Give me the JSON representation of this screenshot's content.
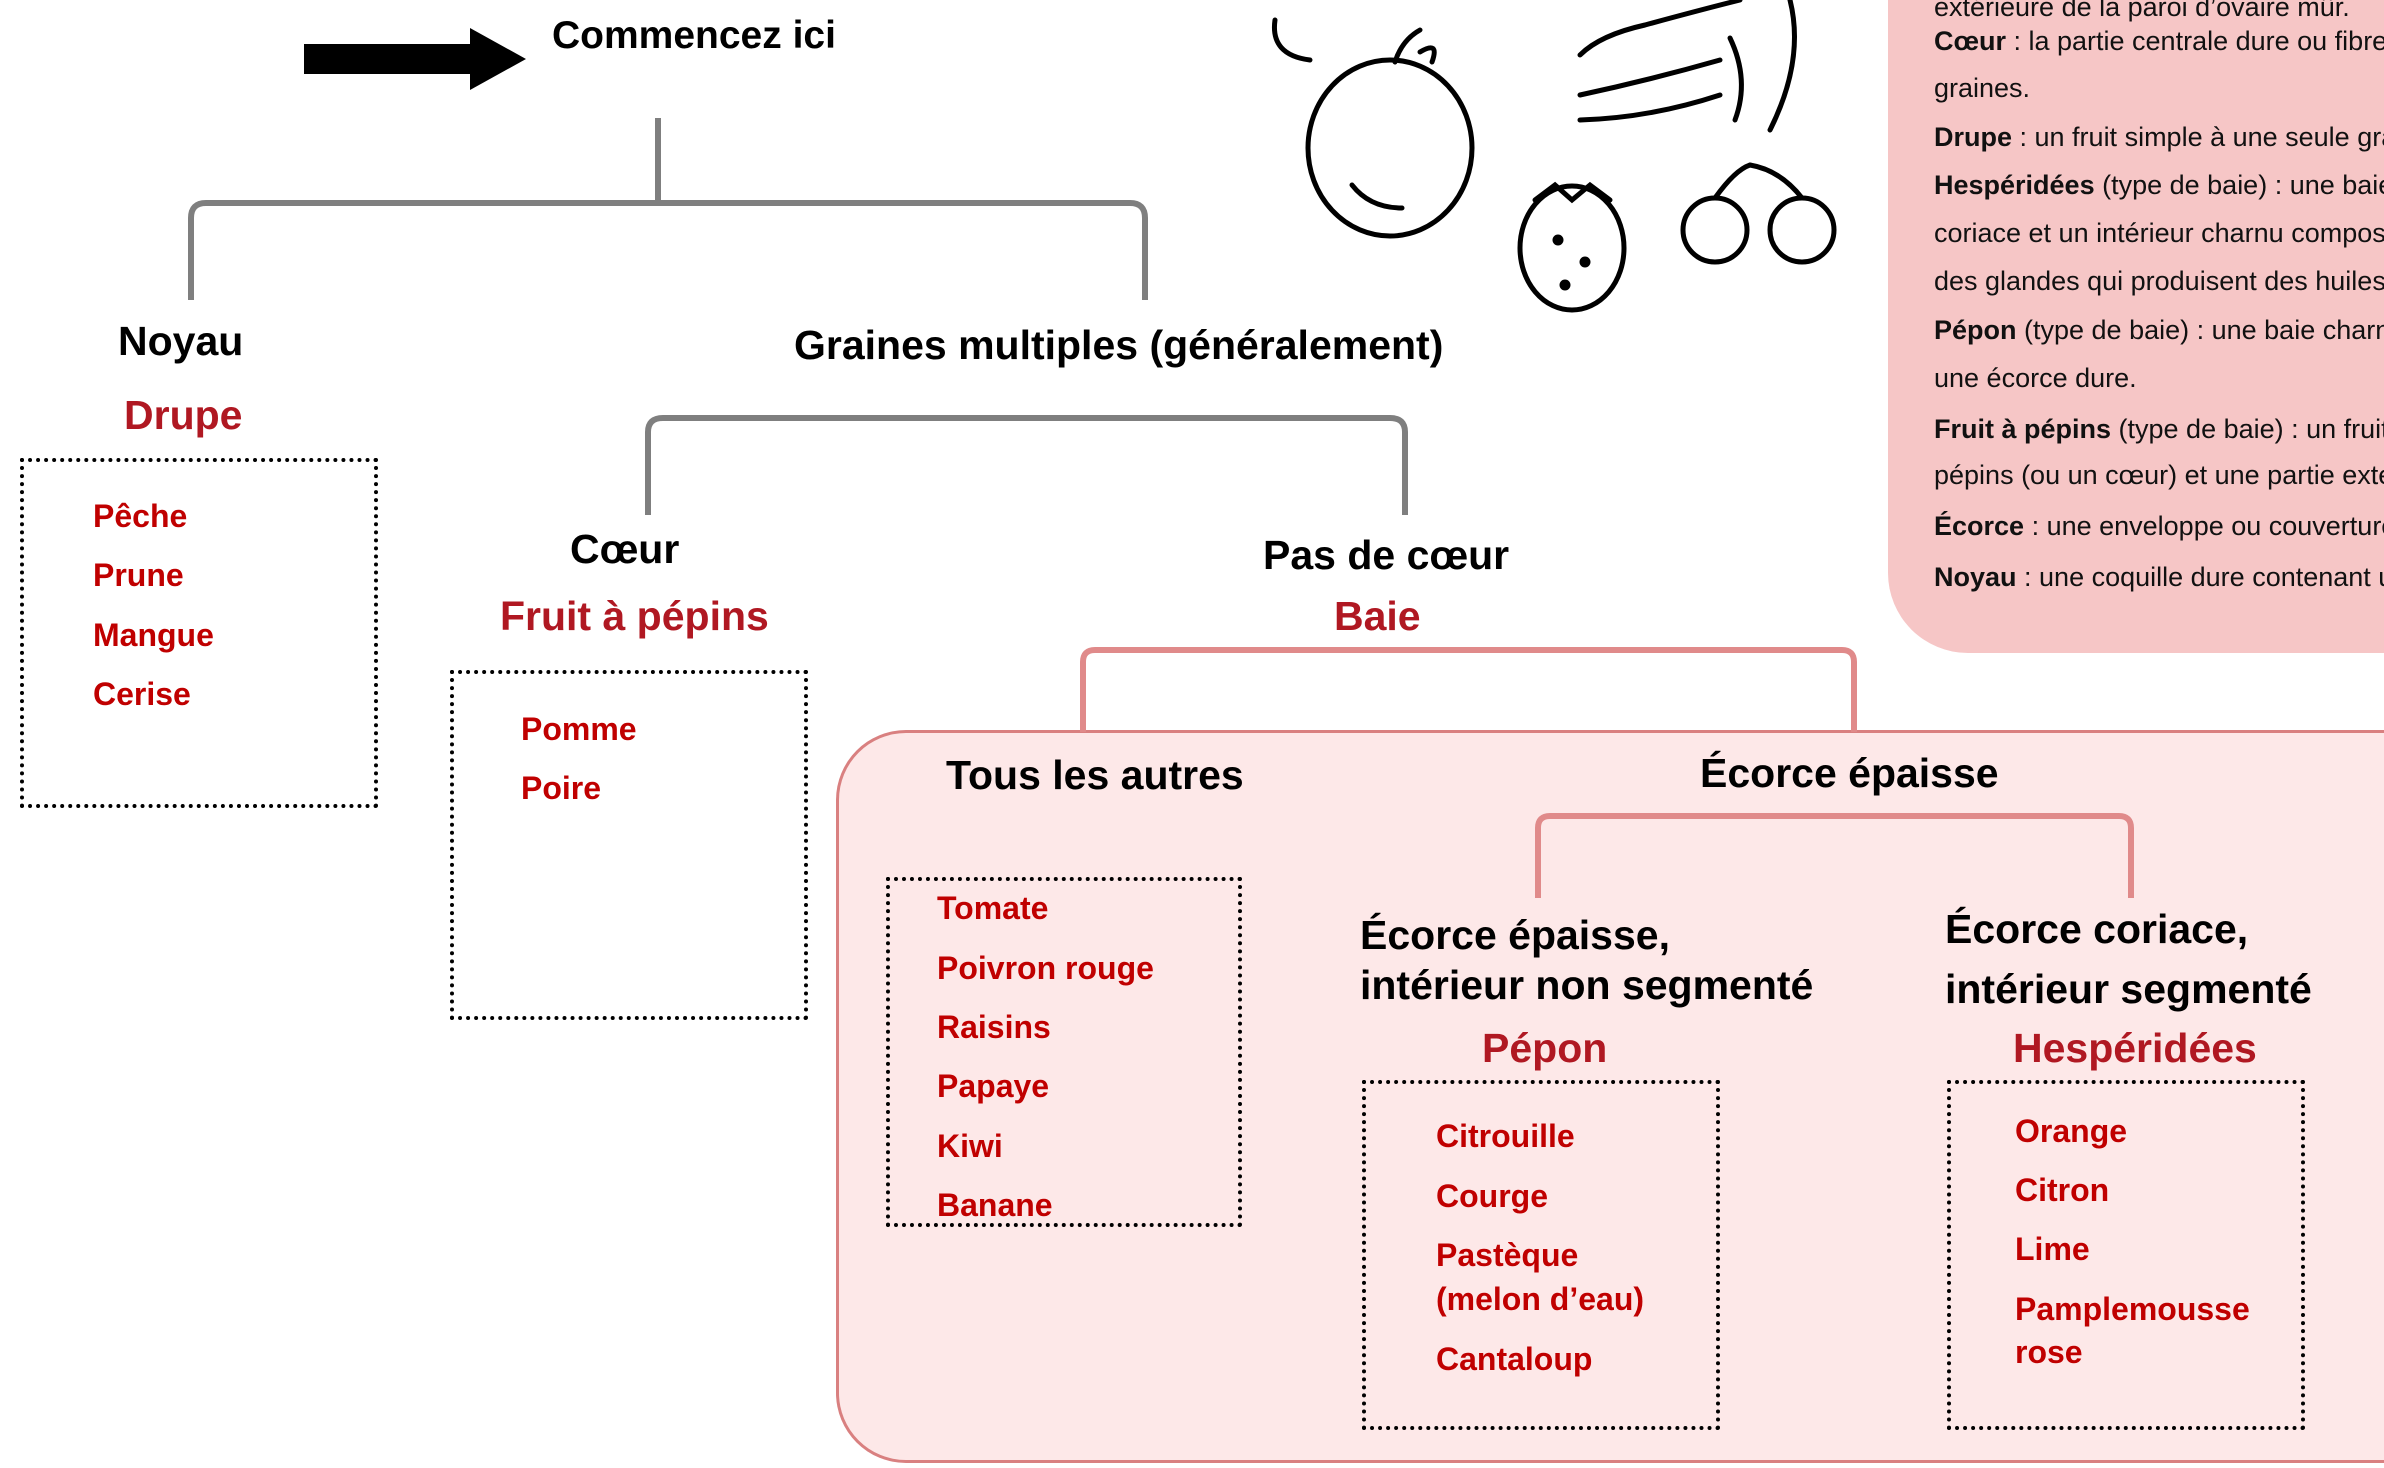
{
  "start": {
    "label": "Commencez ici"
  },
  "branches": {
    "stone": {
      "label": "Noyau",
      "category": "Drupe",
      "items": [
        "Pêche",
        "Prune",
        "Mangue",
        "Cerise"
      ]
    },
    "multi_seed": {
      "label": "Graines multiples (généralement)"
    },
    "core": {
      "label": "Cœur",
      "category": "Fruit à pépins",
      "items": [
        "Pomme",
        "Poire"
      ]
    },
    "no_core": {
      "label": "Pas de cœur",
      "category": "Baie"
    },
    "others": {
      "label": "Tous les autres",
      "items": [
        "Tomate",
        "Poivron rouge",
        "Raisins",
        "Papaye",
        "Kiwi",
        "Banane"
      ]
    },
    "thick_rind": {
      "label": "Écorce épaisse"
    },
    "pepo": {
      "label_line1": "Écorce épaisse,",
      "label_line2": "intérieur non segmenté",
      "category": "Pépon",
      "items": [
        "Citrouille",
        "Courge",
        "Pastèque",
        "(melon d’eau)",
        "Cantaloup"
      ]
    },
    "hesperidium": {
      "label_line1": "Écorce coriace,",
      "label_line2": "intérieur segmenté",
      "category": "Hespéridées",
      "items": [
        "Orange",
        "Citron",
        "Lime",
        "Pamplemousse",
        "rose"
      ]
    }
  },
  "glossary": {
    "lines": [
      {
        "term": "",
        "text": "extérieure de la paroi d’ovaire mûr."
      },
      {
        "term": "Cœur",
        "text": " : la partie centrale dure ou fibreuse d’un fruit qui contient les"
      },
      {
        "term": "",
        "text": "graines."
      },
      {
        "term": "Drupe",
        "text": " : un fruit simple à une seule graine"
      },
      {
        "term": "Hespéridées",
        "text": " (type de baie) : une baie avec une écorce"
      },
      {
        "term": "",
        "text": "coriace et un intérieur charnu composé de segments contenant"
      },
      {
        "term": "",
        "text": "des glandes qui produisent des huiles"
      },
      {
        "term": "Pépon",
        "text": " (type de baie) : une baie charnue avec"
      },
      {
        "term": "",
        "text": "une écorce dure."
      },
      {
        "term": "Fruit à pépins",
        "text": " (type de baie) : un fruit avec des"
      },
      {
        "term": "",
        "text": "pépins (ou un cœur) et une partie extérieure charnue"
      },
      {
        "term": "Écorce",
        "text": " : une enveloppe ou couverture"
      },
      {
        "term": "Noyau",
        "text": " : une coquille dure contenant une graine"
      }
    ]
  },
  "colors": {
    "category_red": "#b01822",
    "item_red": "#c00000",
    "glossary_bg": "#f6c6c6",
    "berry_panel_bg": "#fde8e8",
    "connector_gray": "#7f7f7f",
    "connector_pink": "#e08a8a"
  }
}
